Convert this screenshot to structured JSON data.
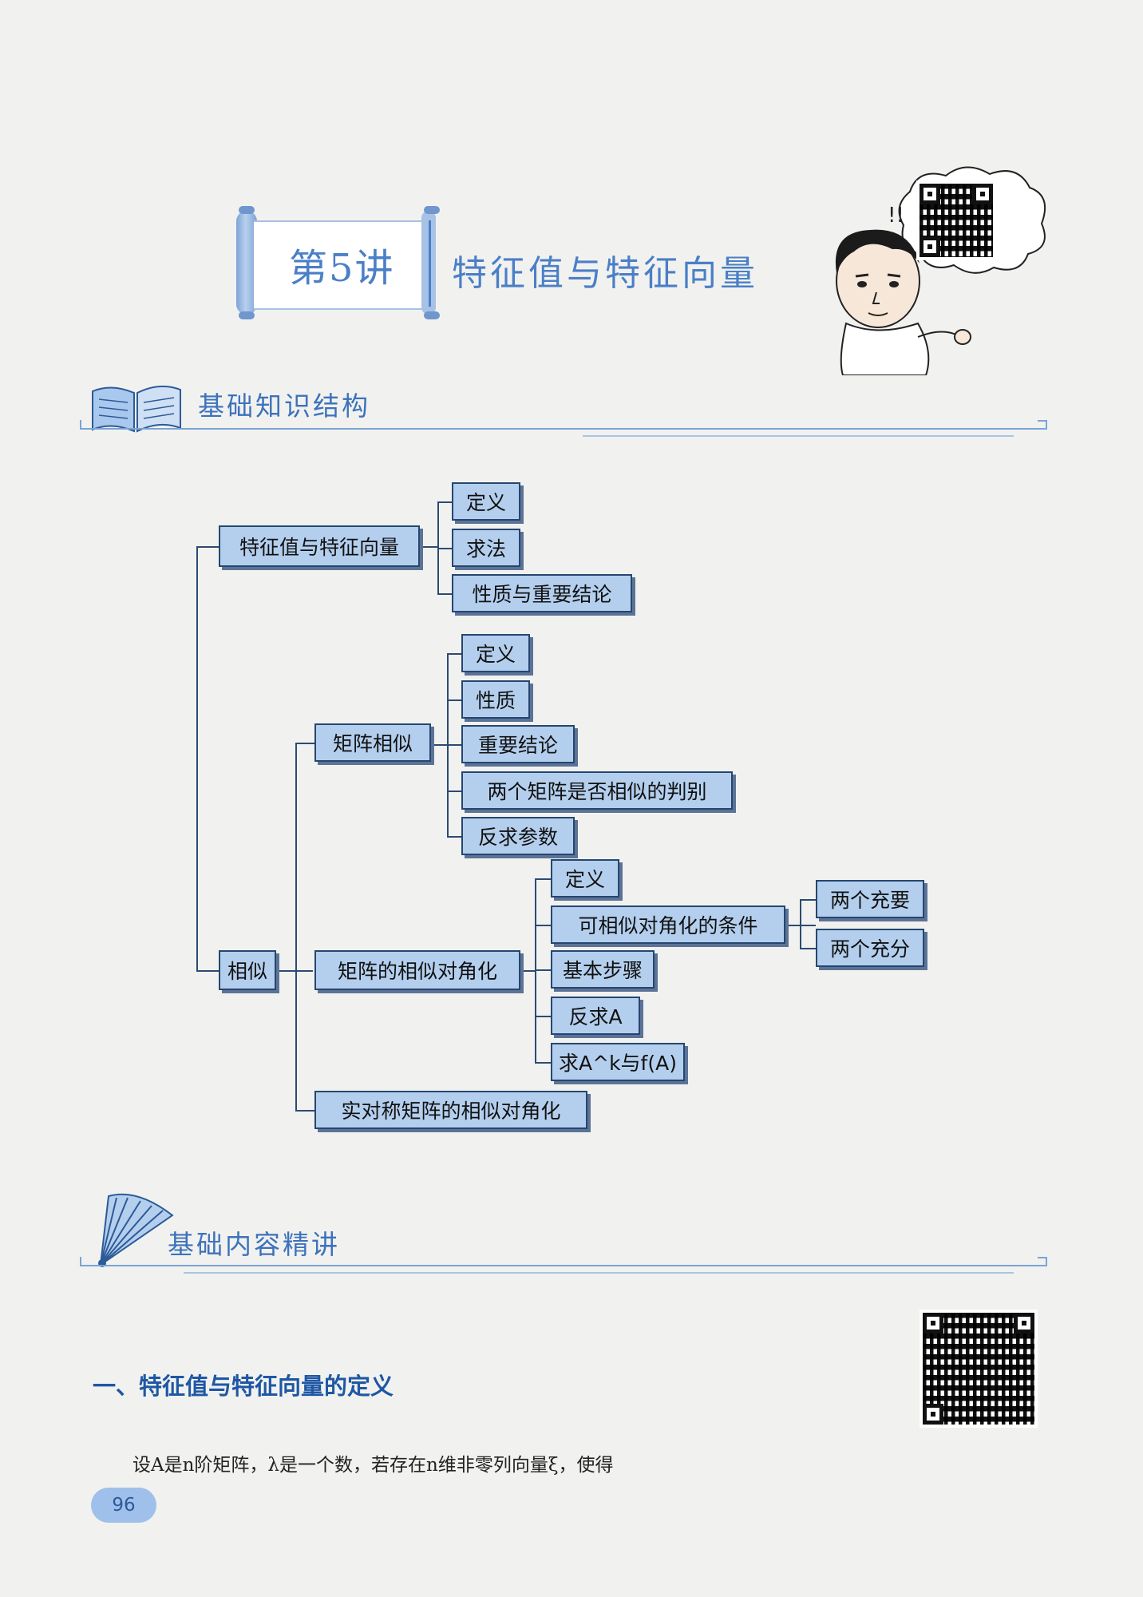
{
  "header": {
    "lecture_number": "第5讲",
    "lecture_title": "特征值与特征向量"
  },
  "sections": {
    "structure_title": "基础知识结构",
    "content_title": "基础内容精讲"
  },
  "mindmap": {
    "root1": "特征值与特征向量",
    "root1_children": [
      "定义",
      "求法",
      "性质与重要结论"
    ],
    "root2": "相似",
    "similar_branch": "矩阵相似",
    "similar_children": [
      "定义",
      "性质",
      "重要结论",
      "两个矩阵是否相似的判别",
      "反求参数"
    ],
    "diag_branch": "矩阵的相似对角化",
    "diag_children": [
      "定义",
      "可相似对角化的条件",
      "基本步骤",
      "反求A",
      "求A^k与f(A)"
    ],
    "condition_children": [
      "两个充要",
      "两个充分"
    ],
    "sym_branch": "实对称矩阵的相似对角化"
  },
  "content": {
    "heading": "一、特征值与特征向量的定义",
    "paragraph": "设A是n阶矩阵，λ是一个数，若存在n维非零列向量ξ，使得"
  },
  "footer": {
    "page_number": "96"
  },
  "colors": {
    "accent_blue": "#4b7fc7",
    "node_fill": "#b4cfee",
    "node_border": "#26466f",
    "heading_blue": "#1f57a5"
  },
  "icons": [
    "scroll-icon",
    "open-book-icon",
    "fan-icon",
    "qr-code-icon",
    "cartoon-character-icon"
  ]
}
